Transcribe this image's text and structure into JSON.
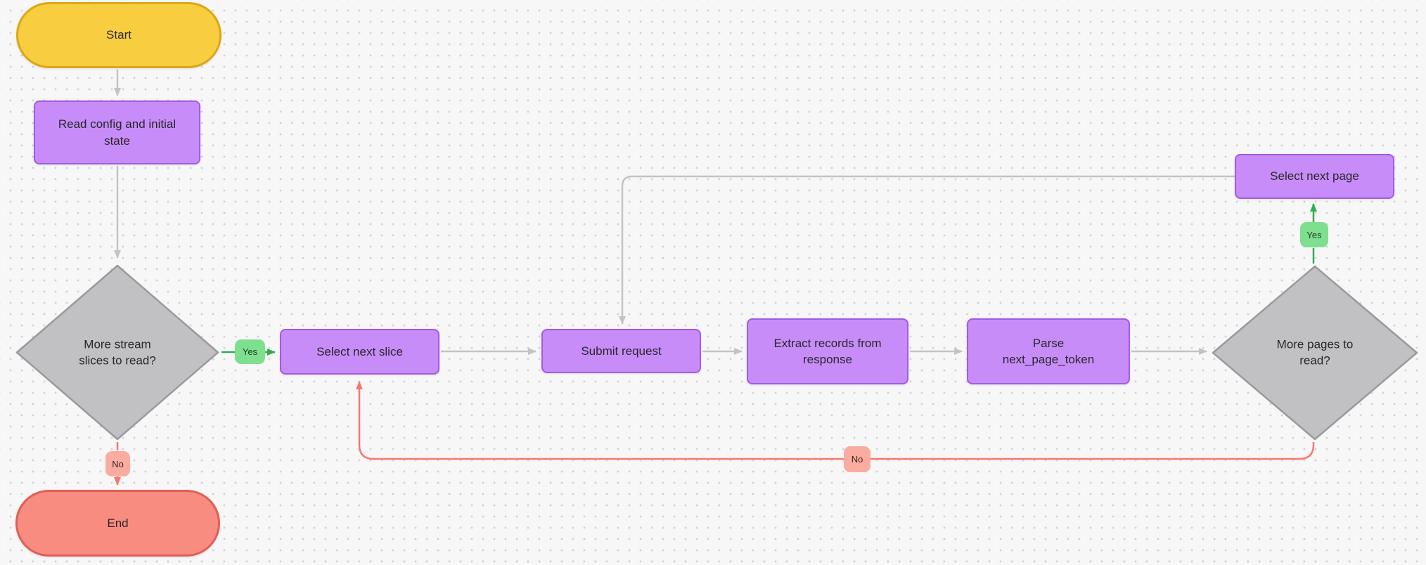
{
  "diagram": {
    "type": "flowchart",
    "background_color": "#f7f7f8",
    "dot_grid_color": "#d2d2d7",
    "colors": {
      "terminal_start_fill": "#f8cd40",
      "terminal_start_border": "#dca716",
      "terminal_end_fill": "#f98c81",
      "terminal_end_border": "#dd6054",
      "process_fill": "#c88cf8",
      "process_border": "#a35ae6",
      "decision_fill": "#c1c1c3",
      "decision_border": "#9a9a9e",
      "yes_badge_fill": "#7ee08e",
      "no_badge_fill": "#fbaca1",
      "edge_gray": "#c3c3c7",
      "edge_green": "#2fae4d",
      "edge_red": "#f8776e",
      "text": "#26282b"
    },
    "nodes": {
      "start": {
        "label": "Start"
      },
      "read_config": {
        "label": "Read config and initial\nstate"
      },
      "more_slices": {
        "label": "More stream\nslices to read?"
      },
      "select_next_slice": {
        "label": "Select next slice"
      },
      "submit_request": {
        "label": "Submit request"
      },
      "extract_records": {
        "label": "Extract records from\nresponse"
      },
      "parse_next_page_token": {
        "label": "Parse\nnext_page_token"
      },
      "more_pages": {
        "label": "More pages to\nread?"
      },
      "select_next_page": {
        "label": "Select next page"
      },
      "end": {
        "label": "End"
      }
    },
    "edge_labels": {
      "slices_yes": "Yes",
      "slices_no": "No",
      "pages_yes": "Yes",
      "pages_no": "No"
    }
  }
}
